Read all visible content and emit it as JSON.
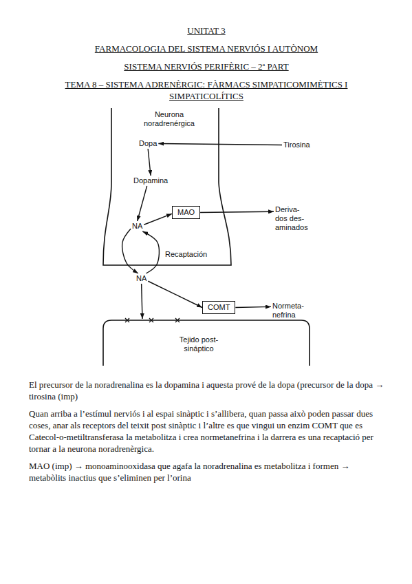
{
  "diagram": {
    "title": "UNITAT 3",
    "nodes": [
      {
        "text": [
          "Neurona noradrenérgica"
        ]
      },
      {
        "text": [
          "Dopa"
        ],
        "in": 0
      },
      {
        "text": [
          "Tirosina"
        ]
      },
      {
        "text": [
          "Dopamina"
        ],
        "in": 0
      },
      {
        "text": [
          "NA"
        ],
        "in": 0
      },
      {
        "text": [
          "MAO"
        ],
        "in": 0
      },
      {
        "text": [
          "Deriva- dos des- aminados"
        ]
      },
      {
        "text": [
          "NA"
        ]
      },
      {
        "text": [
          "COMT"
        ]
      },
      {
        "text": [
          "Normeta- nefrina"
        ]
      },
      {
        "text": [
          "Tejido post- sináptico"
        ]
      }
    ],
    "edges": [
      {
        "from": 2,
        "to": 1,
        "arrow": "to"
      },
      {
        "from": 1,
        "to": 3,
        "arrow": "to"
      },
      {
        "from": 3,
        "to": 4,
        "arrow": "to"
      },
      {
        "from": 4,
        "to": 5,
        "arrow": "to"
      },
      {
        "from": 5,
        "to": 6,
        "arrow": "to"
      },
      {
        "from": 4,
        "to": 7,
        "arrow": "to"
      },
      {
        "from": 7,
        "to": 4,
        "label": "Recaptación",
        "arrow": "to"
      },
      {
        "from": 7,
        "to": 8,
        "arrow": "to"
      },
      {
        "from": 8,
        "to": 9,
        "arrow": "to"
      },
      {
        "from": 7,
        "to": 10,
        "arrow": "to"
      }
    ],
    "labels": [
      "FARMACOLOGIA DEL SISTEMA NERVIÓS I AUTÒNOM",
      "SISTEMA NERVIÓS PERIFÈRIC – 2ª PART",
      "TEMA 8 – SISTEMA ADRENÈRGIC: FÀRMACS SIMPATICOMIMÈTICS I SIMPATICOLÍTICS",
      "El precursor de la noradrenalina es la dopamina i aquesta prové de la dopa (precursor de la dopa → tirosina (imp)",
      "Quan arriba a l’estímul nerviós i al espai sinàptic i s’allibera, quan passa això poden passar dues coses, anar als receptors del teixit post sinàptic i l’altre es que vingui un enzim COMT que es Catecol-o-metiltransferasa la metabolitza i crea normetanefrina i la darrera es una recaptació per tornar a la neurona noradrenèrgica.",
      "MAO (imp) → monoaminooxidasa que agafa la noradrenalina es metabolitza i formen → metabòlits inactius que s’eliminen per l’orina"
    ]
  }
}
